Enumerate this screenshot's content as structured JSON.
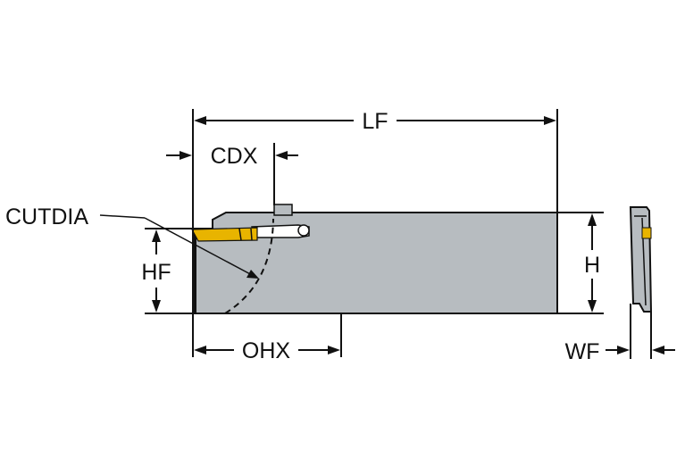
{
  "labels": {
    "lf": "LF",
    "cdx": "CDX",
    "cutdia": "CUTDIA",
    "hf": "HF",
    "h": "H",
    "ohx": "OHX",
    "wf": "WF"
  },
  "colors": {
    "shank": "#b7bcc0",
    "insert": "#e8b400",
    "outline": "#111111",
    "background": "#ffffff"
  }
}
